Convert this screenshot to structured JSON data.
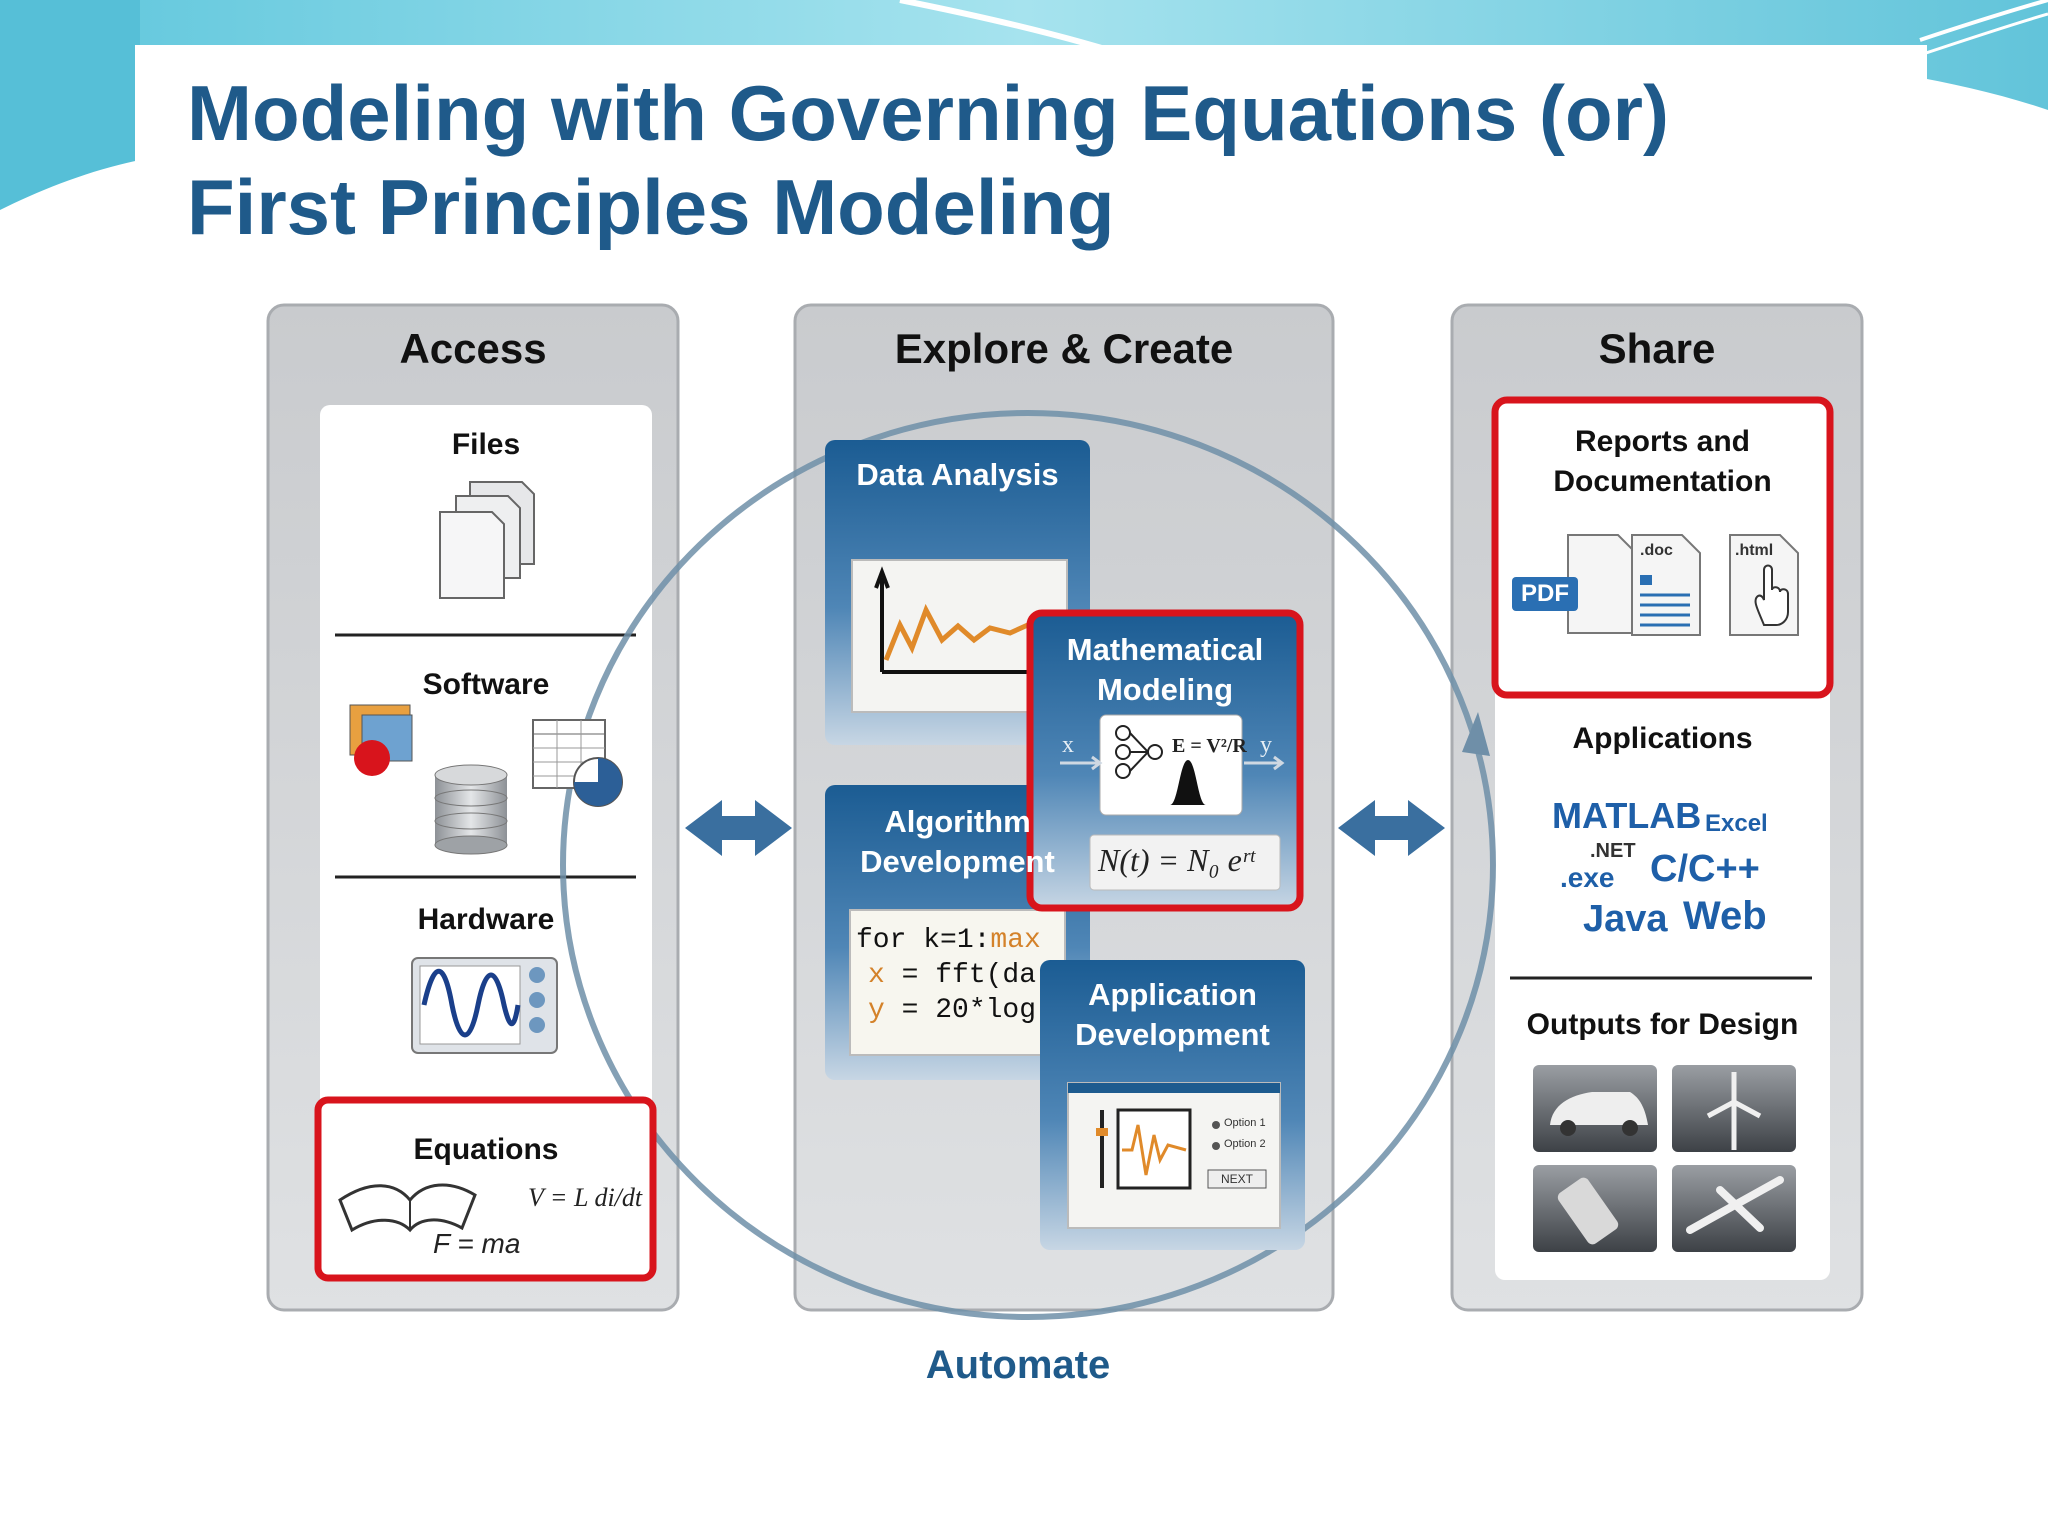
{
  "slide": {
    "title_line1": "Modeling with Governing Equations (or)",
    "title_line2": "First Principles Modeling"
  },
  "access": {
    "heading": "Access",
    "items": [
      "Files",
      "Software",
      "Hardware",
      "Equations"
    ],
    "equation_1": "V = L di/dt",
    "equation_2": "F = ma"
  },
  "explore": {
    "heading": "Explore & Create",
    "data_analysis": "Data Analysis",
    "math_modeling_1": "Mathematical",
    "math_modeling_2": "Modeling",
    "math_eq": "E = V²/R",
    "math_x": "x",
    "math_y": "y",
    "growth_eq": "N(t) = N₀ eʳᵗ",
    "algo_1": "Algorithm",
    "algo_2": "Development",
    "code_line1_a": "for k=1:",
    "code_line1_b": "max",
    "code_line2_a": "x",
    "code_line2_b": " = fft(da",
    "code_line3_a": "y",
    "code_line3_b": " = 20*log",
    "app_1": "Application",
    "app_2": "Development",
    "option_1": "Option 1",
    "option_2": "Option 2",
    "next_button": "NEXT"
  },
  "share": {
    "heading": "Share",
    "reports_1": "Reports and",
    "reports_2": "Documentation",
    "pdf_label": "PDF",
    "doc_label": ".doc",
    "html_label": ".html",
    "applications": "Applications",
    "lang_matlab": "MATLAB",
    "lang_excel": "Excel",
    "lang_net": ".NET",
    "lang_exe": ".exe",
    "lang_cpp": "C/C++",
    "lang_java": "Java",
    "lang_web": "Web",
    "outputs": "Outputs for Design"
  },
  "automate": "Automate",
  "colors": {
    "title": "#1f5a8a",
    "highlight_red": "#d8141c",
    "widget_blue": "#1d5b8f",
    "panel_gray": "#d0d2d4",
    "cycle_ring": "#6f8fa8",
    "slide_cyan": "#7fd6e8"
  },
  "icons": [
    "files-icon",
    "database-icon",
    "spreadsheet-icon",
    "oscilloscope-icon",
    "book-icon",
    "pdf-file-icon",
    "doc-file-icon",
    "html-file-icon",
    "car-icon",
    "wind-turbine-icon",
    "phone-icon",
    "airplane-icon",
    "double-arrow-icon"
  ]
}
